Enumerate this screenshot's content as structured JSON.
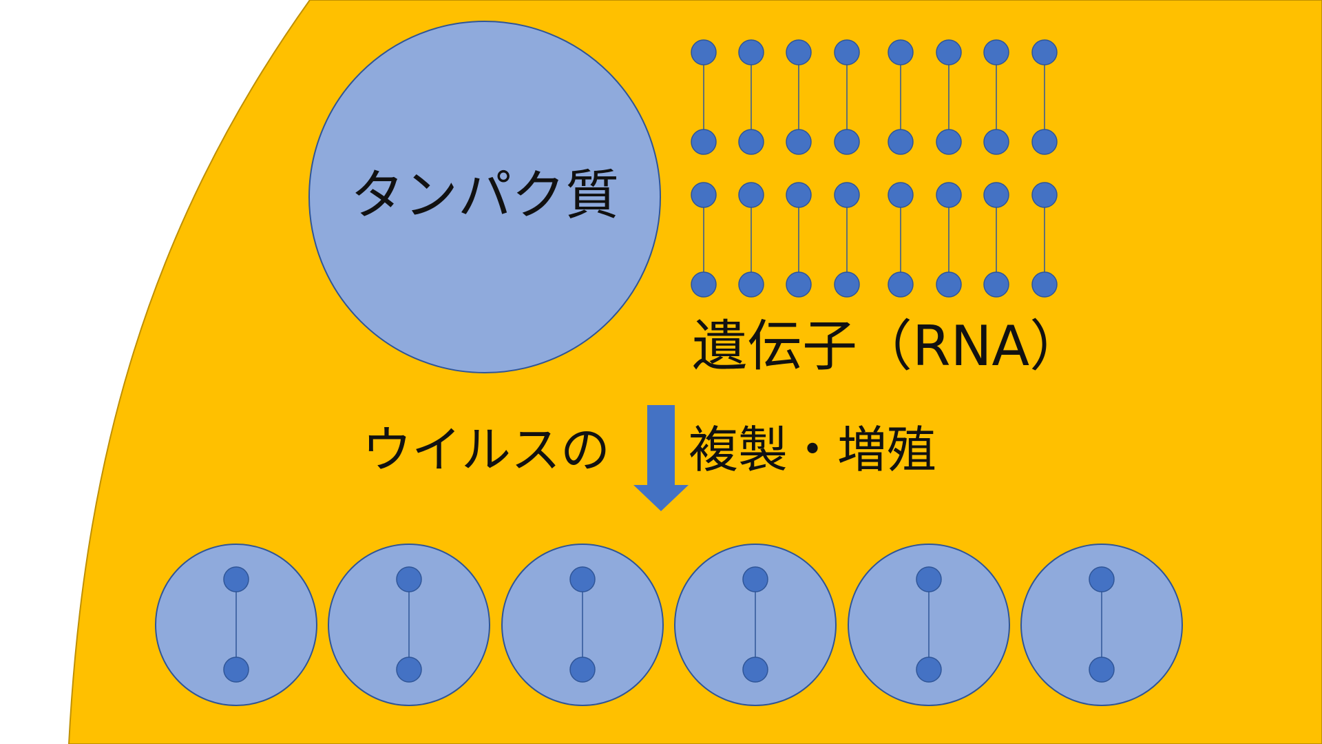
{
  "labels": {
    "protein": "タンパク質",
    "gene": "遺伝子（RNA）",
    "replication_left": "ウイルスの",
    "replication_right": "複製・増殖"
  },
  "colors": {
    "cell_fill": "#FFC000",
    "cell_stroke": "#BF9000",
    "protein_fill": "#8FAADC",
    "protein_stroke": "#2F5597",
    "rna_node_fill": "#4472C4",
    "rna_node_stroke": "#2F5597",
    "arrow_fill": "#4472C4"
  },
  "counts": {
    "rna_strands_per_row": 8,
    "rna_rows": 2,
    "virus_particles": 6
  }
}
